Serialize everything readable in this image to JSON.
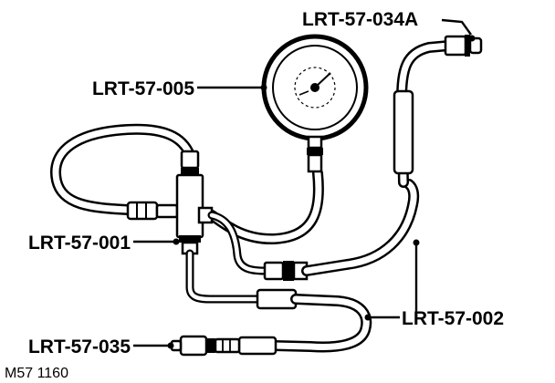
{
  "callouts": {
    "gauge": "LRT-57-005",
    "adaptor": "LRT-57-034A",
    "tee_piece": "LRT-57-001",
    "hose": "LRT-57-002",
    "connector": "LRT-57-035"
  },
  "figure_code": "M57 1160"
}
